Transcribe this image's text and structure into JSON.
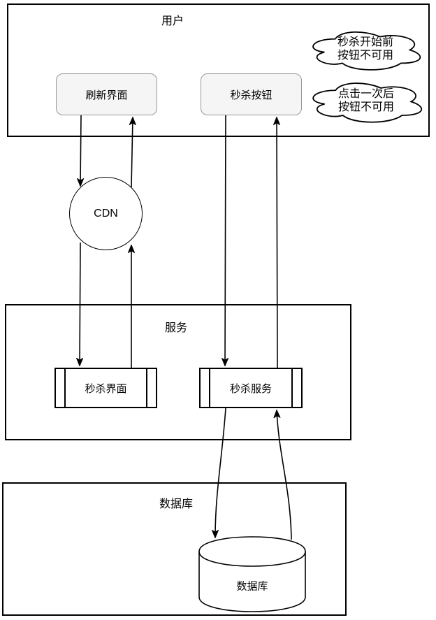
{
  "diagram": {
    "sections": {
      "user": {
        "title": "用户"
      },
      "service": {
        "title": "服务"
      },
      "database": {
        "title": "数据库"
      }
    },
    "nodes": {
      "refresh_button": {
        "label": "刷新界面"
      },
      "seckill_button": {
        "label": "秒杀按钮"
      },
      "cdn": {
        "label": "CDN"
      },
      "seckill_page": {
        "label": "秒杀界面"
      },
      "seckill_service": {
        "label": "秒杀服务"
      },
      "database_cylinder": {
        "label": "数据库"
      }
    },
    "callouts": {
      "before_start": {
        "line1": "秒杀开始前",
        "line2": "按钮不可用"
      },
      "after_click": {
        "line1": "点击一次后",
        "line2": "按钮不可用"
      }
    },
    "colors": {
      "stroke": "#000000",
      "button_fill": "#f5f5f5",
      "button_border": "#999999",
      "background": "#ffffff"
    }
  }
}
